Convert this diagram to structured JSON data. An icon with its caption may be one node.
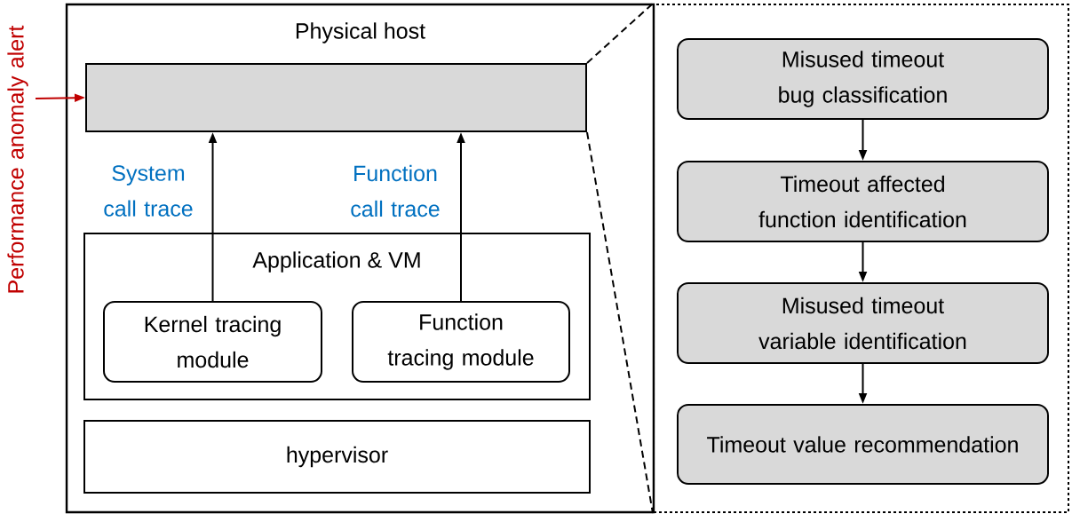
{
  "diagram": {
    "nodes": [
      {
        "text": [
          "Physical host"
        ]
      },
      {
        "text": [],
        "shape": "box",
        "in": 0
      },
      {
        "text": [
          "Application & VM"
        ],
        "in": 0
      },
      {
        "text": [
          "Kernel tracing module"
        ],
        "in": 2
      },
      {
        "text": [
          "Function tracing module"
        ],
        "in": 2
      },
      {
        "text": [
          "hypervisor"
        ],
        "in": 0
      },
      {
        "text": [],
        "shape": "box"
      },
      {
        "text": [
          "Misused timeout bug classification"
        ],
        "in": 6
      },
      {
        "text": [
          "Timeout affected function identification"
        ],
        "in": 6
      },
      {
        "text": [
          "Misused timeout variable identification"
        ],
        "in": 6
      },
      {
        "text": [
          "Timeout value recommendation"
        ],
        "in": 6
      }
    ],
    "edges": [
      {
        "from": null,
        "to": 1,
        "arrow": "to",
        "label": "Performance anomaly alert",
        "color": "#c00000"
      },
      {
        "from": 3,
        "to": 1,
        "arrow": "to",
        "label": "System call trace"
      },
      {
        "from": 4,
        "to": 1,
        "arrow": "to",
        "label": "Function call trace"
      },
      {
        "from": 7,
        "to": 8,
        "arrow": "to"
      },
      {
        "from": 8,
        "to": 9,
        "arrow": "to"
      },
      {
        "from": 9,
        "to": 10,
        "arrow": "to"
      },
      {
        "from": 1,
        "to": 6,
        "arrow": "none",
        "style": "dashed"
      },
      {
        "from": 1,
        "to": 6,
        "arrow": "none",
        "style": "dashed"
      }
    ]
  }
}
